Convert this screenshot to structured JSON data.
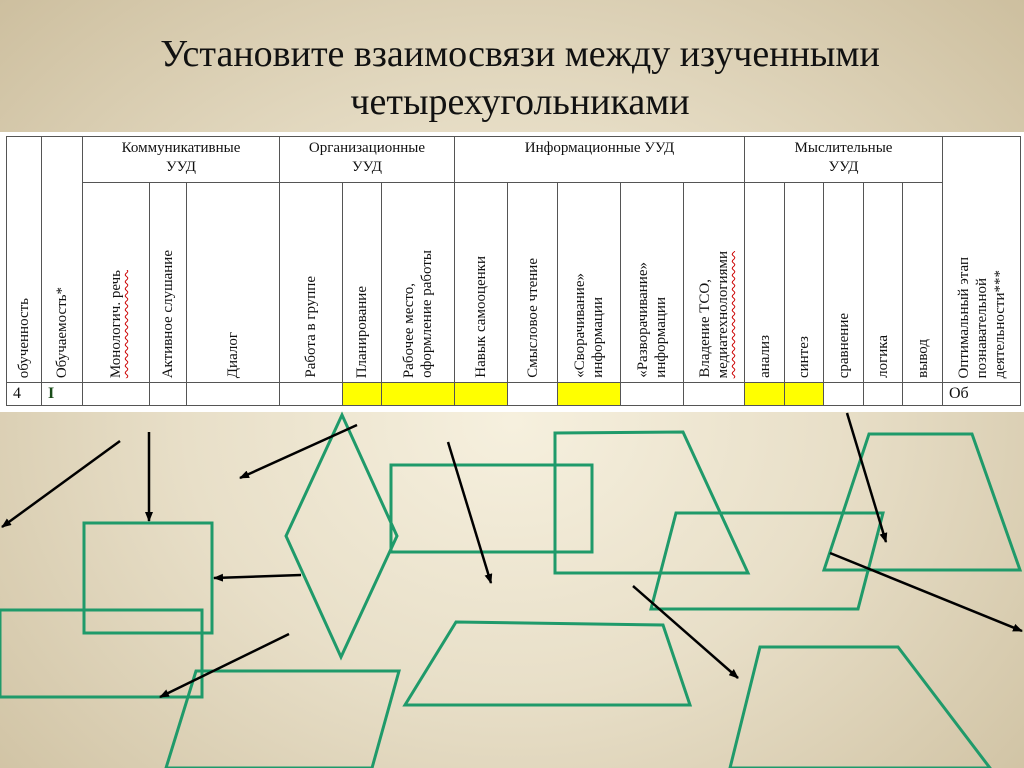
{
  "title": {
    "line1": "Установите взаимосвязи между изученными",
    "line2": "четырехугольниками"
  },
  "table": {
    "col_first": "обученность",
    "col_second": "Обучаемость*",
    "groups": [
      "Коммуникативные УУД",
      "Организационные УУД",
      "Информационные УУД",
      "Мыслительные УУД"
    ],
    "group_lines": {
      "g1a": "Коммуникативные",
      "g1b": "УУД",
      "g2a": "Организационные",
      "g2b": "УУД",
      "g3a": "Информационные УУД",
      "g4a": "Мыслительные",
      "g4b": "УУД"
    },
    "subheaders": {
      "s1": "Монологич. речь",
      "s2": "Активное слушание",
      "s3": "Диалог",
      "s4": "Работа в группе",
      "s5": "Планирование",
      "s6a": "Рабочее место,",
      "s6b": "оформление работы",
      "s7": "Навык самооценки",
      "s8": "Смысловое чтение",
      "s9a": "«Сворачивание»",
      "s9b": "информации",
      "s10a": "«Разворачивание»",
      "s10b": "информации",
      "s11a": "Владение ТСО,",
      "s11b": "медиатехнологиями",
      "s12": "анализ",
      "s13": "синтез",
      "s14": "сравнение",
      "s15": "логика",
      "s16": "вывод",
      "s17a": "Оптимальный этап",
      "s17b": "познавательной",
      "s17c": "деятельности***"
    },
    "row": {
      "number": "4",
      "level": "I",
      "last": "Об"
    }
  },
  "colors": {
    "shape_stroke": "#1f9a6a",
    "arrow": "#000000",
    "highlight": "#ffff00"
  }
}
